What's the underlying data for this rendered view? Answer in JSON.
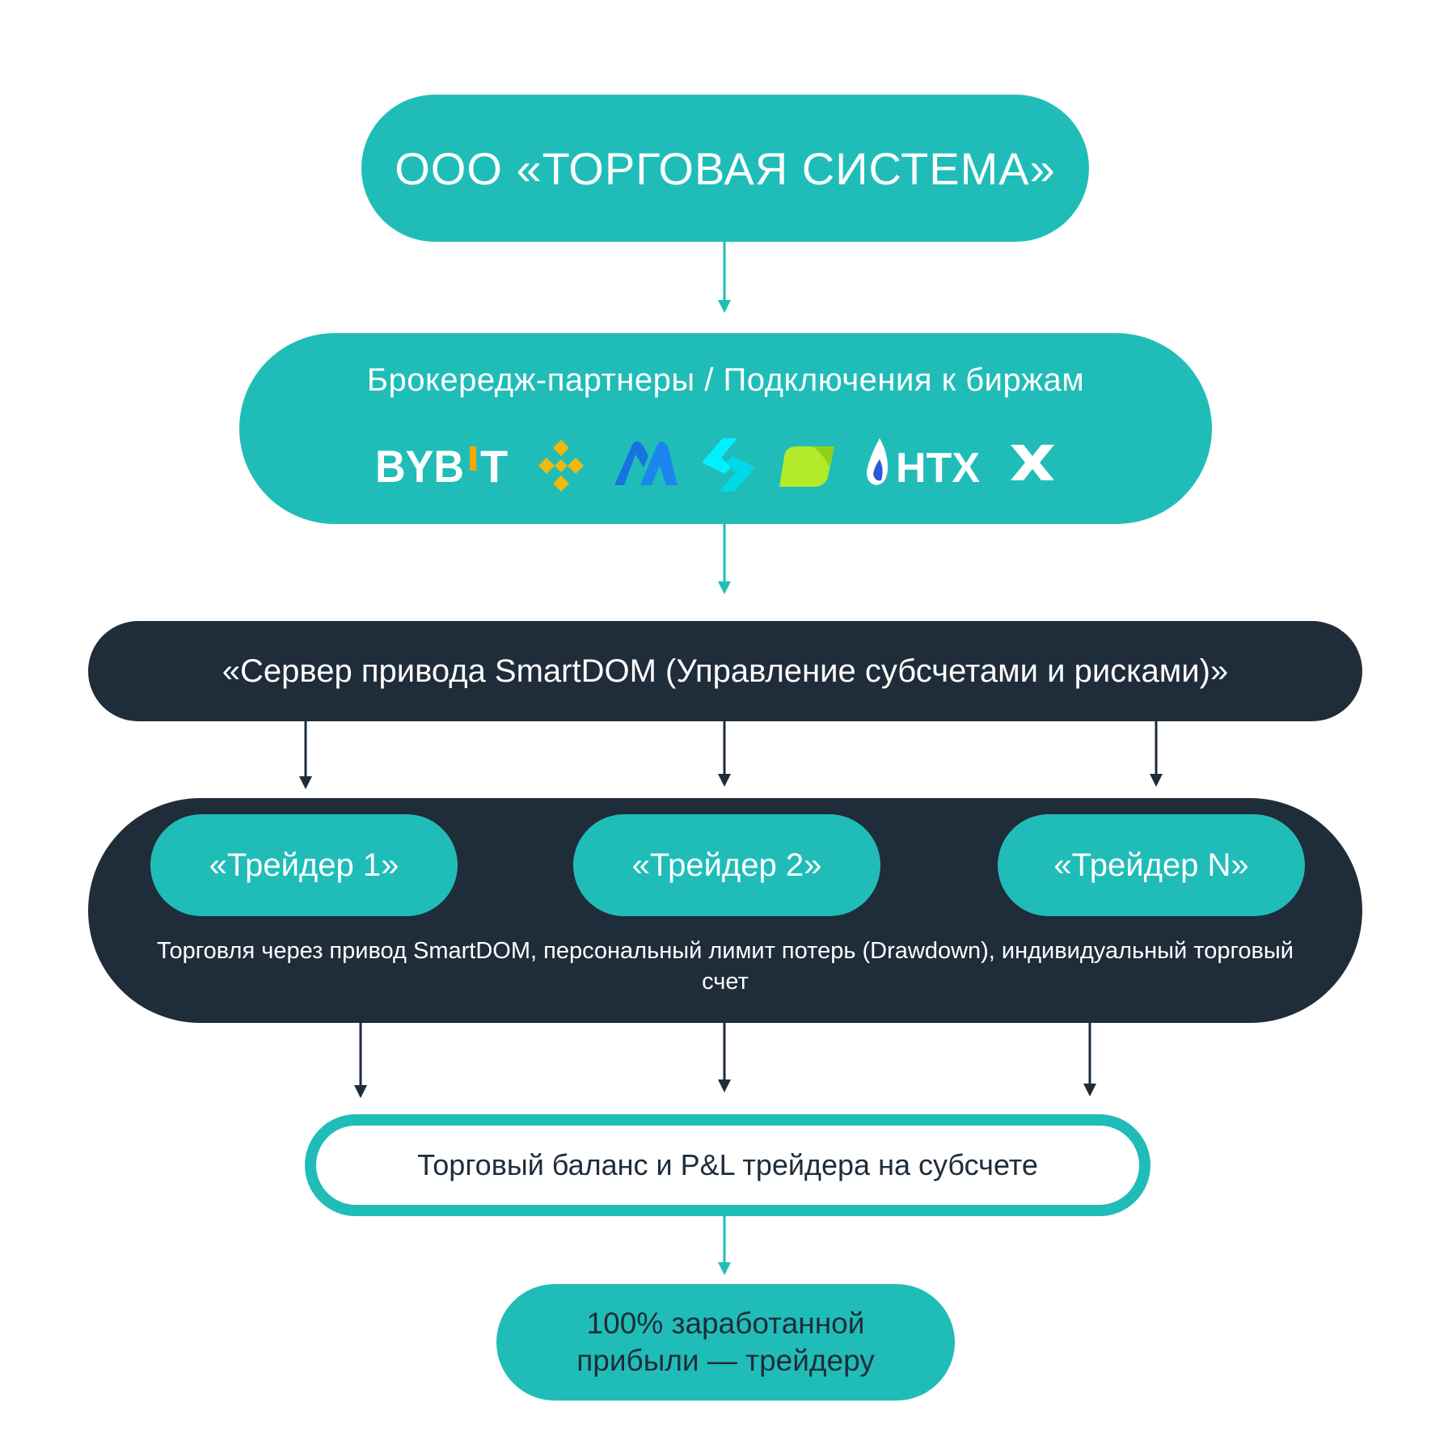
{
  "colors": {
    "teal": "#20bdb8",
    "dark": "#1f2c3a",
    "white": "#ffffff",
    "bybit_accent": "#f7a600",
    "binance": "#f0b90b",
    "mexc": "#1972e2",
    "bitget": "#00f0ff",
    "lime_logo": "#b2ea2c",
    "htx_blue": "#2a5bd7"
  },
  "company": {
    "label": "ООО «ТОРГОВАЯ СИСТЕМА»"
  },
  "brokers": {
    "title": "Брокередж-партнеры / Подключения к биржам",
    "logos": [
      {
        "text": "BYBIT",
        "icon": "bybit-logo"
      },
      {
        "icon": "binance-logo"
      },
      {
        "icon": "mexc-logo"
      },
      {
        "icon": "bitget-logo"
      },
      {
        "icon": "lime-exchange-logo"
      },
      {
        "text": "HTX",
        "icon": "htx-logo"
      },
      {
        "icon": "x-exchange-logo"
      }
    ]
  },
  "server": {
    "label": "«Сервер привода SmartDOM (Управление субсчетами и рисками)»"
  },
  "traders": {
    "items": [
      {
        "label": "«Трейдер 1»"
      },
      {
        "label": "«Трейдер 2»"
      },
      {
        "label": "«Трейдер N»"
      }
    ],
    "description": "Торговля через привод SmartDOM, персональный лимит потерь (Drawdown), индивидуальный торговый счет"
  },
  "balance": {
    "label": "Торговый баланс и P&L трейдера на субсчете"
  },
  "profit": {
    "line1": "100% заработанной",
    "line2": "прибыли — трейдеру"
  }
}
